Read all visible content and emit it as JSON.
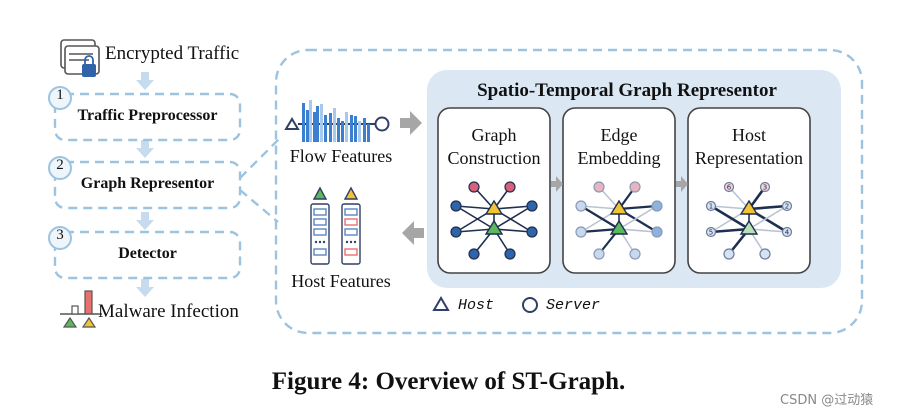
{
  "pipeline": {
    "input": "Encrypted Traffic",
    "steps": [
      {
        "number": "1",
        "label": "Traffic Preprocessor"
      },
      {
        "number": "2",
        "label": "Graph Representor"
      },
      {
        "number": "3",
        "label": "Detector"
      }
    ],
    "output": "Malware Infection"
  },
  "detail": {
    "flow_features": "Flow Features",
    "host_features": "Host Features",
    "representor_title": "Spatio-Temporal Graph Representor",
    "stages": [
      {
        "line1": "Graph",
        "line2": "Construction"
      },
      {
        "line1": "Edge",
        "line2": "Embedding"
      },
      {
        "line1": "Host",
        "line2": "Representation"
      }
    ],
    "legend": {
      "host": "Host",
      "server": "Server"
    },
    "node_numbers": [
      "6",
      "3",
      "1",
      "2",
      "5",
      "4"
    ]
  },
  "caption": "Figure 4: Overview of  ST-Graph.",
  "watermark": "CSDN @过动猿",
  "colors": {
    "dashed_border": "#9cc3e0",
    "panel_fill": "#dbe8f4",
    "arrow_gray": "#a6a6a6",
    "node_blue": "#2f64a8",
    "node_red": "#d9607a",
    "host_yellow": "#f2c431",
    "host_green": "#5cb85c",
    "bar_red": "#e8706e"
  }
}
